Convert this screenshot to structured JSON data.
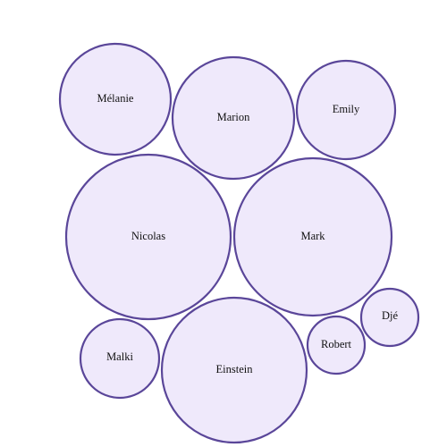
{
  "colors": {
    "bubble_fill": "#efe9fb",
    "bubble_stroke": "#5a4699",
    "label_text": "#111111",
    "background": "#ffffff"
  },
  "bubbles": [
    {
      "label": "Mélanie"
    },
    {
      "label": "Marion"
    },
    {
      "label": "Emily"
    },
    {
      "label": "Nicolas"
    },
    {
      "label": "Mark"
    },
    {
      "label": "Malki"
    },
    {
      "label": "Einstein"
    },
    {
      "label": "Robert"
    },
    {
      "label": "Djé"
    }
  ]
}
